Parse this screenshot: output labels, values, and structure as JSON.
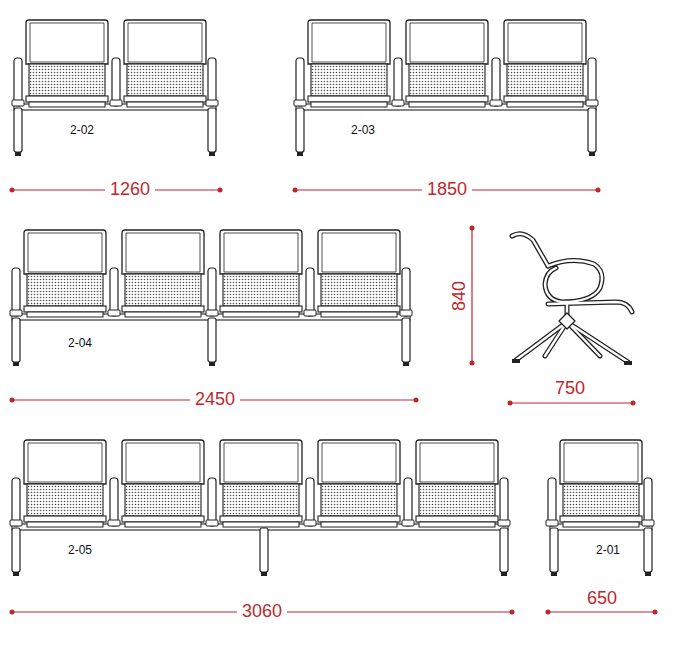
{
  "diagram": {
    "labels": [
      "2-02",
      "2-03",
      "1260",
      "1850",
      "840",
      "2-04",
      "750",
      "2450",
      "2-05",
      "2-01",
      "3060",
      "650"
    ]
  }
}
